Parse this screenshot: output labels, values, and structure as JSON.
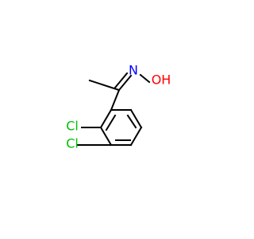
{
  "molecule": {
    "atoms": {
      "cl1": {
        "symbol": "Cl",
        "color": "#00c000"
      },
      "cl2": {
        "symbol": "Cl",
        "color": "#00c000"
      },
      "n": {
        "symbol": "N",
        "color": "#0000ff"
      },
      "oh": {
        "symbol": "OH",
        "color": "#ff0000"
      }
    }
  }
}
